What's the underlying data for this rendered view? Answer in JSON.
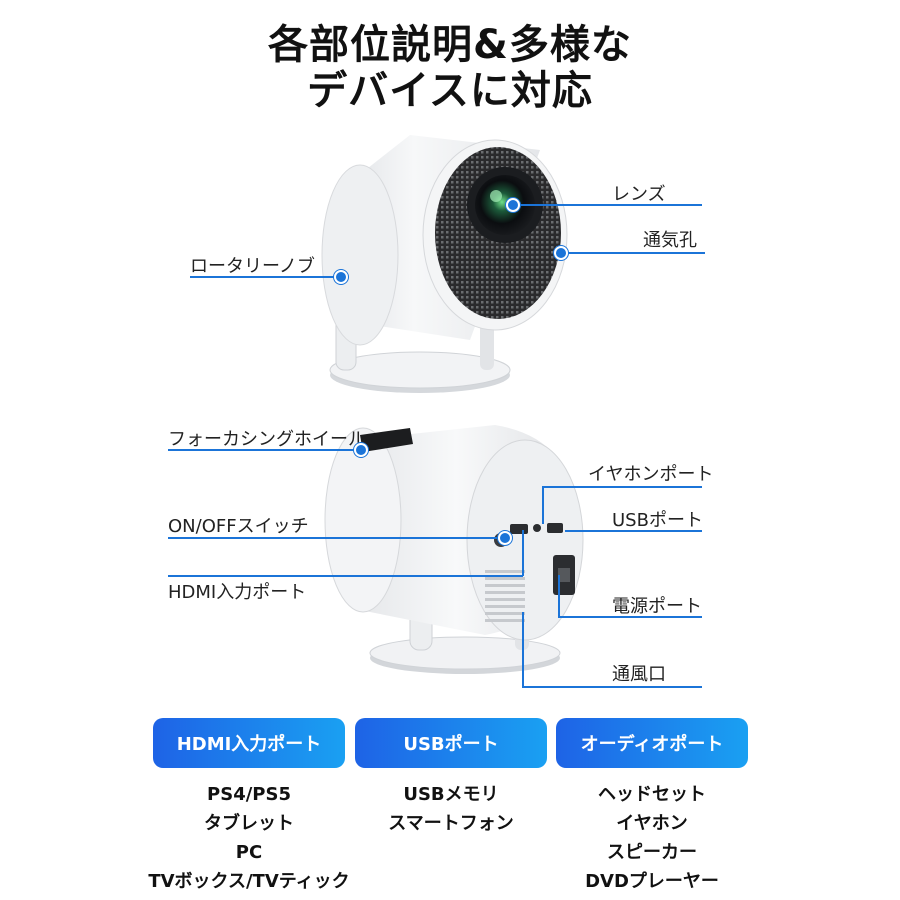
{
  "title": {
    "line1": "各部位説明&多様な",
    "line2": "デバイスに対応"
  },
  "top_labels": {
    "lens": "レンズ",
    "vent_hole": "通気孔",
    "rotary_knob": "ロータリーノブ"
  },
  "bottom_labels": {
    "focus_wheel": "フォーカシングホイール",
    "earphone_port": "イヤホンポート",
    "usb_port": "USBポート",
    "power_switch": "ON/OFFスイッチ",
    "hdmi_port": "HDMI入力ポート",
    "power_port": "電源ポート",
    "air_vent": "通風口"
  },
  "categories": [
    {
      "label": "HDMI入力ポート",
      "items": [
        "PS4/PS5",
        "タブレット",
        "PC",
        "TVボックス/TVティック"
      ]
    },
    {
      "label": "USBポート",
      "items": [
        "USBメモリ",
        "スマートフォン"
      ]
    },
    {
      "label": "オーディオポート",
      "items": [
        "ヘッドセット",
        "イヤホン",
        "スピーカー",
        "DVDプレーヤー"
      ]
    }
  ],
  "colors": {
    "accent": "#1b74d8",
    "pill_gradient_start": "#1e63e6",
    "pill_gradient_end": "#1aa0f2"
  }
}
